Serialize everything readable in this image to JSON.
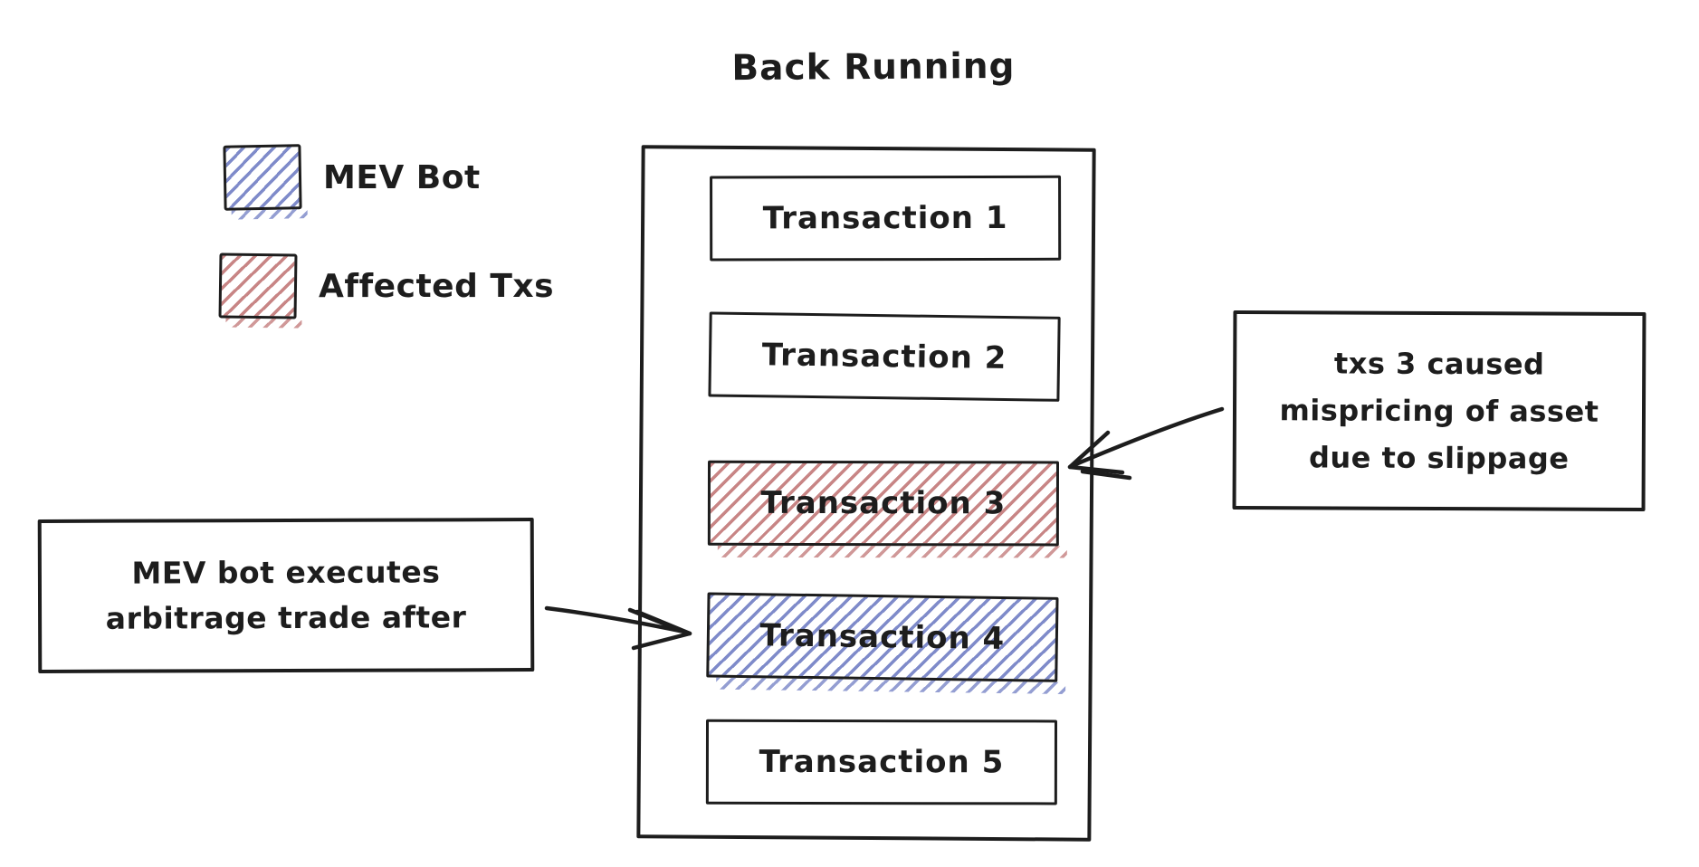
{
  "title": "Back Running",
  "legend": {
    "items": [
      {
        "label": "MEV Bot",
        "key": "mev-bot",
        "hatch_color": "#7481c5"
      },
      {
        "label": "Affected Txs",
        "key": "affected-txs",
        "hatch_color": "#be7070"
      }
    ]
  },
  "block": {
    "transactions": [
      {
        "label": "Transaction 1",
        "highlight": "none"
      },
      {
        "label": "Transaction 2",
        "highlight": "none"
      },
      {
        "label": "Transaction 3",
        "highlight": "affected-txs"
      },
      {
        "label": "Transaction 4",
        "highlight": "mev-bot"
      },
      {
        "label": "Transaction 5",
        "highlight": "none"
      }
    ]
  },
  "annotations": {
    "left_note": {
      "lines": [
        "MEV bot executes",
        "arbitrage trade after"
      ],
      "points_to": "Transaction 4"
    },
    "right_note": {
      "lines": [
        "txs 3 caused",
        "mispricing of asset",
        "due to slippage"
      ],
      "points_to": "Transaction 3"
    }
  },
  "colors": {
    "background": "#ffffff",
    "stroke": "#1d1d1d",
    "mev_bot_hatch": "#7481c5",
    "affected_txs_hatch": "#be7070"
  }
}
